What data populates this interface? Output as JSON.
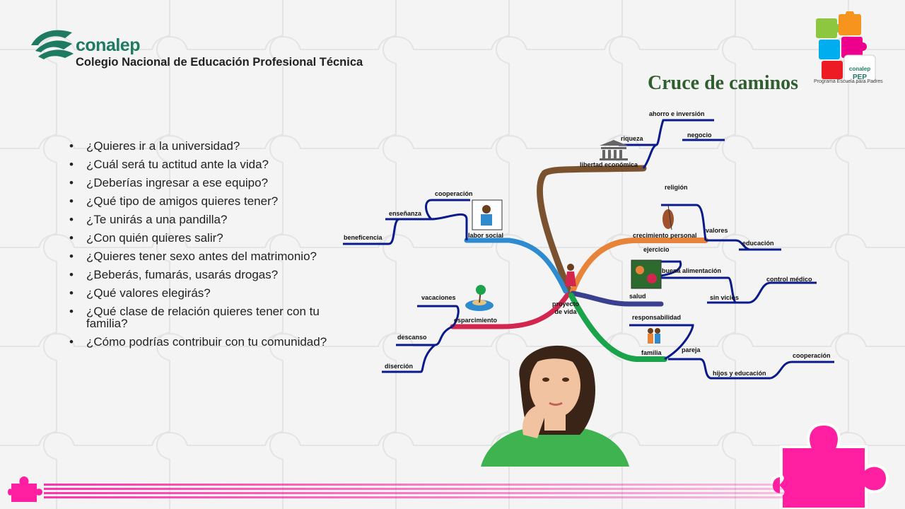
{
  "header": {
    "brand": "conalep",
    "institution": "Colegio Nacional de Educación Profesional Técnica"
  },
  "pep_logo": {
    "brand": "conalep",
    "program": "PEP",
    "caption": "Programa Escuela para Padres"
  },
  "slide": {
    "title": "Cruce de caminos",
    "questions": [
      "¿Quieres ir a la universidad?",
      "¿Cuál será tu actitud ante la vida?",
      "¿Deberías ingresar a ese equipo?",
      "¿Qué tipo de amigos quieres tener?",
      "¿Te unirás a una pandilla?",
      "¿Con quién quieres salir?",
      "¿Quieres tener sexo antes del matrimonio?",
      "¿Beberás, fumarás, usarás drogas?",
      "¿Qué valores elegirás?",
      "¿Qué clase de relación quieres tener con tu familia?",
      "¿Cómo podrías contribuir con tu comunidad?"
    ]
  },
  "mindmap": {
    "center": "proyecto de vida",
    "center_line1": "proyecto",
    "center_line2": "de vida",
    "branches": {
      "libertad": {
        "label": "libertad económica",
        "color": "#7a5230",
        "children": [
          "riqueza",
          "ahorro e inversión",
          "negocio"
        ]
      },
      "labor": {
        "label": "labor social",
        "color": "#2e8bd0",
        "children": [
          "cooperación",
          "enseñanza",
          "beneficencia"
        ]
      },
      "crecimiento": {
        "label": "crecimiento personal",
        "color": "#e8843a",
        "children": [
          "religión",
          "valores",
          "educación"
        ]
      },
      "salud": {
        "label": "salud",
        "color": "#3a3f8f",
        "children": [
          "ejercicio",
          "buena alimentación",
          "sin vicios",
          "control médico"
        ]
      },
      "esparcimiento": {
        "label": "esparcimiento",
        "color": "#d3264f",
        "children": [
          "vacaciones",
          "descanso",
          "diserción"
        ]
      },
      "familia": {
        "label": "familia",
        "color": "#1aa34a",
        "children": [
          "responsabilidad",
          "pareja",
          "hijos y educación",
          "cooperación"
        ]
      }
    }
  },
  "colors": {
    "brand_green": "#1f7a62",
    "title_green": "#2f5f2f",
    "accent_pink": "#ff1fa0",
    "node_underline": "#0a1a8c"
  }
}
